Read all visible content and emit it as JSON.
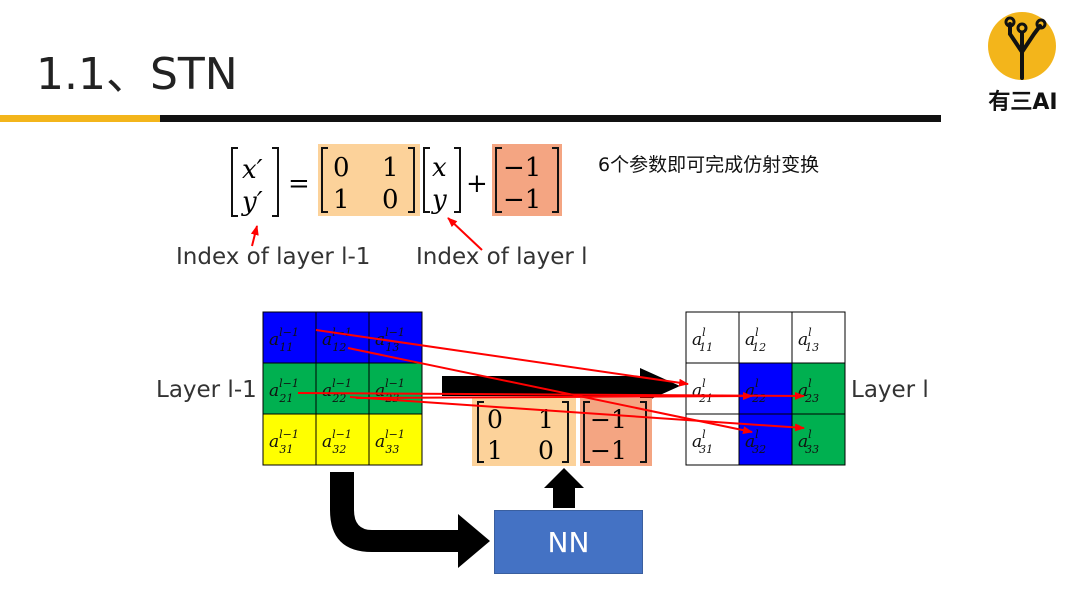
{
  "slide": {
    "title": "1.1、STN",
    "note": "6个参数即可完成仿射变换",
    "logo_text": "有三AI"
  },
  "colors": {
    "accent_yellow": "#f3b51b",
    "rule_black": "#111111",
    "matrix_orange": "#fcd29a",
    "bias_salmon": "#f4a582",
    "cell_blue": "#0000ff",
    "cell_green": "#00b050",
    "cell_yellow": "#ffff00",
    "nn_blue": "#4472c4",
    "arrow_red": "#ff0000"
  },
  "equation": {
    "lhs": [
      "x′",
      "y′"
    ],
    "matrix": [
      [
        "0",
        "1"
      ],
      [
        "1",
        "0"
      ]
    ],
    "vector": [
      "x",
      "y"
    ],
    "bias": [
      "−1",
      "−1"
    ],
    "equals": "=",
    "plus": "+"
  },
  "labels": {
    "index_prev": "Index of layer l-1",
    "index_curr": "Index of layer l",
    "layer_prev": "Layer l-1",
    "layer_curr": "Layer l",
    "nn": "NN"
  },
  "left_grid": [
    [
      {
        "base": "a",
        "sub": "11",
        "sup": "l−1"
      },
      {
        "base": "a",
        "sub": "12",
        "sup": "l−1"
      },
      {
        "base": "a",
        "sub": "13",
        "sup": "l−1"
      }
    ],
    [
      {
        "base": "a",
        "sub": "21",
        "sup": "l−1"
      },
      {
        "base": "a",
        "sub": "22",
        "sup": "l−1"
      },
      {
        "base": "a",
        "sub": "23",
        "sup": "l−1"
      }
    ],
    [
      {
        "base": "a",
        "sub": "31",
        "sup": "l−1"
      },
      {
        "base": "a",
        "sub": "32",
        "sup": "l−1"
      },
      {
        "base": "a",
        "sub": "33",
        "sup": "l−1"
      }
    ]
  ],
  "right_grid": [
    [
      {
        "base": "a",
        "sub": "11",
        "sup": "l"
      },
      {
        "base": "a",
        "sub": "12",
        "sup": "l"
      },
      {
        "base": "a",
        "sub": "13",
        "sup": "l"
      }
    ],
    [
      {
        "base": "a",
        "sub": "21",
        "sup": "l"
      },
      {
        "base": "a",
        "sub": "22",
        "sup": "l"
      },
      {
        "base": "a",
        "sub": "23",
        "sup": "l"
      }
    ],
    [
      {
        "base": "a",
        "sub": "31",
        "sup": "l"
      },
      {
        "base": "a",
        "sub": "32",
        "sup": "l"
      },
      {
        "base": "a",
        "sub": "33",
        "sup": "l"
      }
    ]
  ],
  "mini_matrix": [
    [
      "0",
      "1"
    ],
    [
      "1",
      "0"
    ]
  ],
  "mini_bias": [
    "−1",
    "−1"
  ]
}
